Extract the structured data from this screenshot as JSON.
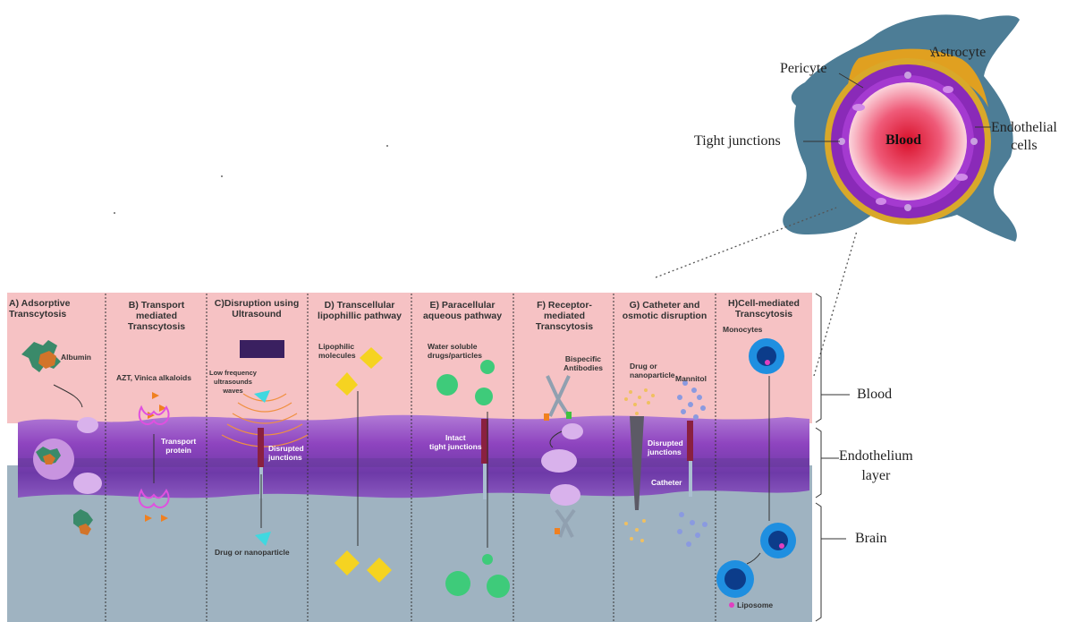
{
  "vessel": {
    "labels": {
      "pericyte": "Pericyte",
      "astrocyte": "Astrocyte",
      "endothelial_cells": "Endothelial\ncells",
      "tight_junctions": "Tight junctions",
      "blood": "Blood"
    }
  },
  "layers": {
    "blood": "Blood",
    "endothelium": "Endothelium\nlayer",
    "brain": "Brain"
  },
  "columns": [
    {
      "title": "A) Adsorptive\nTranscytosis",
      "labels": [
        "Albumin"
      ]
    },
    {
      "title": "B)      Transport\nmediated\nTranscytosis",
      "labels": [
        "AZT, Vinica alkaloids",
        "Transport\nprotein"
      ]
    },
    {
      "title": "C)Disruption using\nUltrasound",
      "labels": [
        "Low frequency\nultrasounds\nwaves",
        "Disrupted\njunctions",
        "Drug or nanoparticle"
      ]
    },
    {
      "title": "D) Transcellular\nlipophillic pathway",
      "labels": [
        "Lipophilic\nmolecules"
      ]
    },
    {
      "title": "E) Paracellular\naqueous pathway",
      "labels": [
        "Water soluble\ndrugs/particles",
        "Intact\ntight junctions"
      ]
    },
    {
      "title": "F)      Receptor-\nmediated\nTranscytosis",
      "labels": [
        "Bispecific\nAntibodies"
      ]
    },
    {
      "title": "G) Catheter and\nosmotic disruption",
      "labels": [
        "Drug or\nnanoparticle",
        "Mannitol",
        "Disrupted\njunctions",
        "Catheter"
      ]
    },
    {
      "title": "H)Cell-mediated\nTranscytosis",
      "labels": [
        "Monocytes",
        "Liposome"
      ]
    }
  ],
  "colors": {
    "blood_layer": "#f6c2c4",
    "endothelium": "#9a4fc4",
    "brain_layer": "#9fb3c1",
    "astrocyte": "#4d7d96",
    "vessel_wall": "#8a2ab8",
    "pericyte": "#e0a020"
  }
}
